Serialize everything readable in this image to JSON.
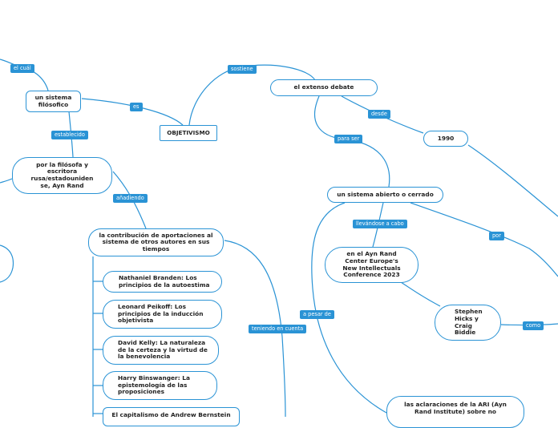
{
  "colors": {
    "line": "#2a93d5",
    "label_bg": "#2a93d5",
    "label_text": "#ffffff",
    "node_border": "#2a93d5"
  },
  "nodes": {
    "objetivismo": "OBJETIVISMO",
    "sistema_filosofico": "un sistema filósofico",
    "filosofa": "por la filósofa y escritora rusa/estadouniden se, Ayn Rand",
    "contribucion": "la contribución de aportaciones al sistema de otros autores en sus tiempos",
    "branden": "Nathaniel Branden: Los principios de la autoestima",
    "peikoff": "Leonard Peikoff: Los principios de la inducción objetivista",
    "kelly": "David Kelly: La naturaleza de la certeza y la virtud de la benevolencia",
    "binswanger": "Harry Binswanger: La epistemología de las proposiciones",
    "bernstein": "El capitalismo de Andrew Bernstein",
    "debate": "el extenso debate",
    "year_1990": "1990",
    "sistema_abierto": "un sistema abierto o cerrado",
    "conference": "en el Ayn Rand Center Europe's New Intellectuals Conference 2023",
    "hicks": "Stephen Hicks y Craig Biddie",
    "aclaraciones": "las aclaraciones de la ARI (Ayn Rand Institute) sobre no"
  },
  "labels": {
    "el_cual": "el cuál",
    "sostiene": "sostiene",
    "es": "es",
    "establecido": "establecido",
    "anadiendo": "añadiendo",
    "desde": "desde",
    "para_ser": "para ser",
    "llevandose": "llevándose a cabo",
    "por": "por",
    "a_pesar_de": "a pesar de",
    "teniendo": "teniendo en cuenta",
    "como": "como"
  }
}
